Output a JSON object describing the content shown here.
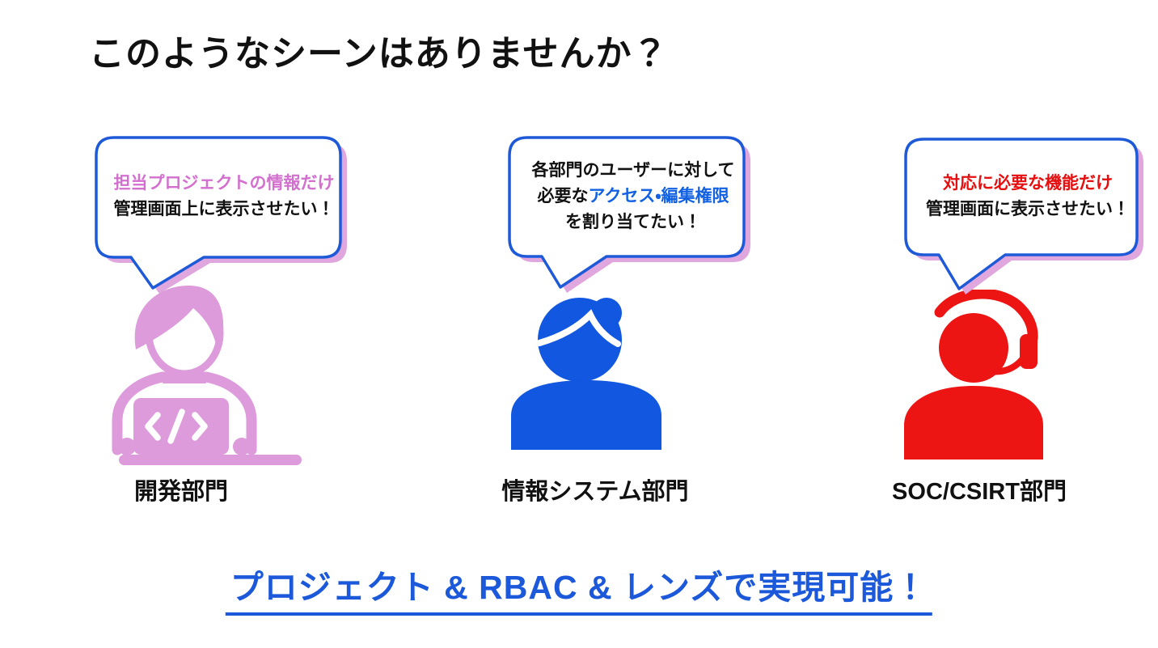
{
  "slide": {
    "title": "このようなシーンはありませんか？",
    "headline": "プロジェクト & RBAC & レンズで実現可能！"
  },
  "colors": {
    "title-text": "#111111",
    "bubble-border": "#1e5ad8",
    "bubble-shadow": "#e0a6de",
    "accent-pink": "#d36fce",
    "accent-blue": "#1161e2",
    "accent-red": "#e60e0e",
    "icon-pink": "#dd9bdb",
    "icon-blue": "#1157e0",
    "icon-red": "#ed1414",
    "headline-blue": "#1c58da"
  },
  "columns": [
    {
      "department": "開発部門",
      "icon": "developer-laptop-icon",
      "bubble": {
        "lines": [
          {
            "segments": [
              {
                "text": "担当プロジェクトの情報だけ",
                "emphasis": "pink"
              }
            ]
          },
          {
            "segments": [
              {
                "text": "管理画面上に表示させたい！",
                "emphasis": "none"
              }
            ]
          }
        ]
      }
    },
    {
      "department": "情報システム部門",
      "icon": "it-user-icon",
      "bubble": {
        "lines": [
          {
            "segments": [
              {
                "text": "各部門のユーザーに対して",
                "emphasis": "none"
              }
            ]
          },
          {
            "segments": [
              {
                "text": "必要な",
                "emphasis": "none"
              },
              {
                "text": "アクセス・編集権限",
                "emphasis": "blue"
              }
            ]
          },
          {
            "segments": [
              {
                "text": "を割り当てたい！",
                "emphasis": "none"
              }
            ]
          }
        ]
      }
    },
    {
      "department": "SOC/CSIRT部門",
      "icon": "support-headset-icon",
      "bubble": {
        "lines": [
          {
            "segments": [
              {
                "text": "対応に必要な機能だけ",
                "emphasis": "red"
              }
            ]
          },
          {
            "segments": [
              {
                "text": "管理画面に表示させたい！",
                "emphasis": "none"
              }
            ]
          }
        ]
      }
    }
  ]
}
